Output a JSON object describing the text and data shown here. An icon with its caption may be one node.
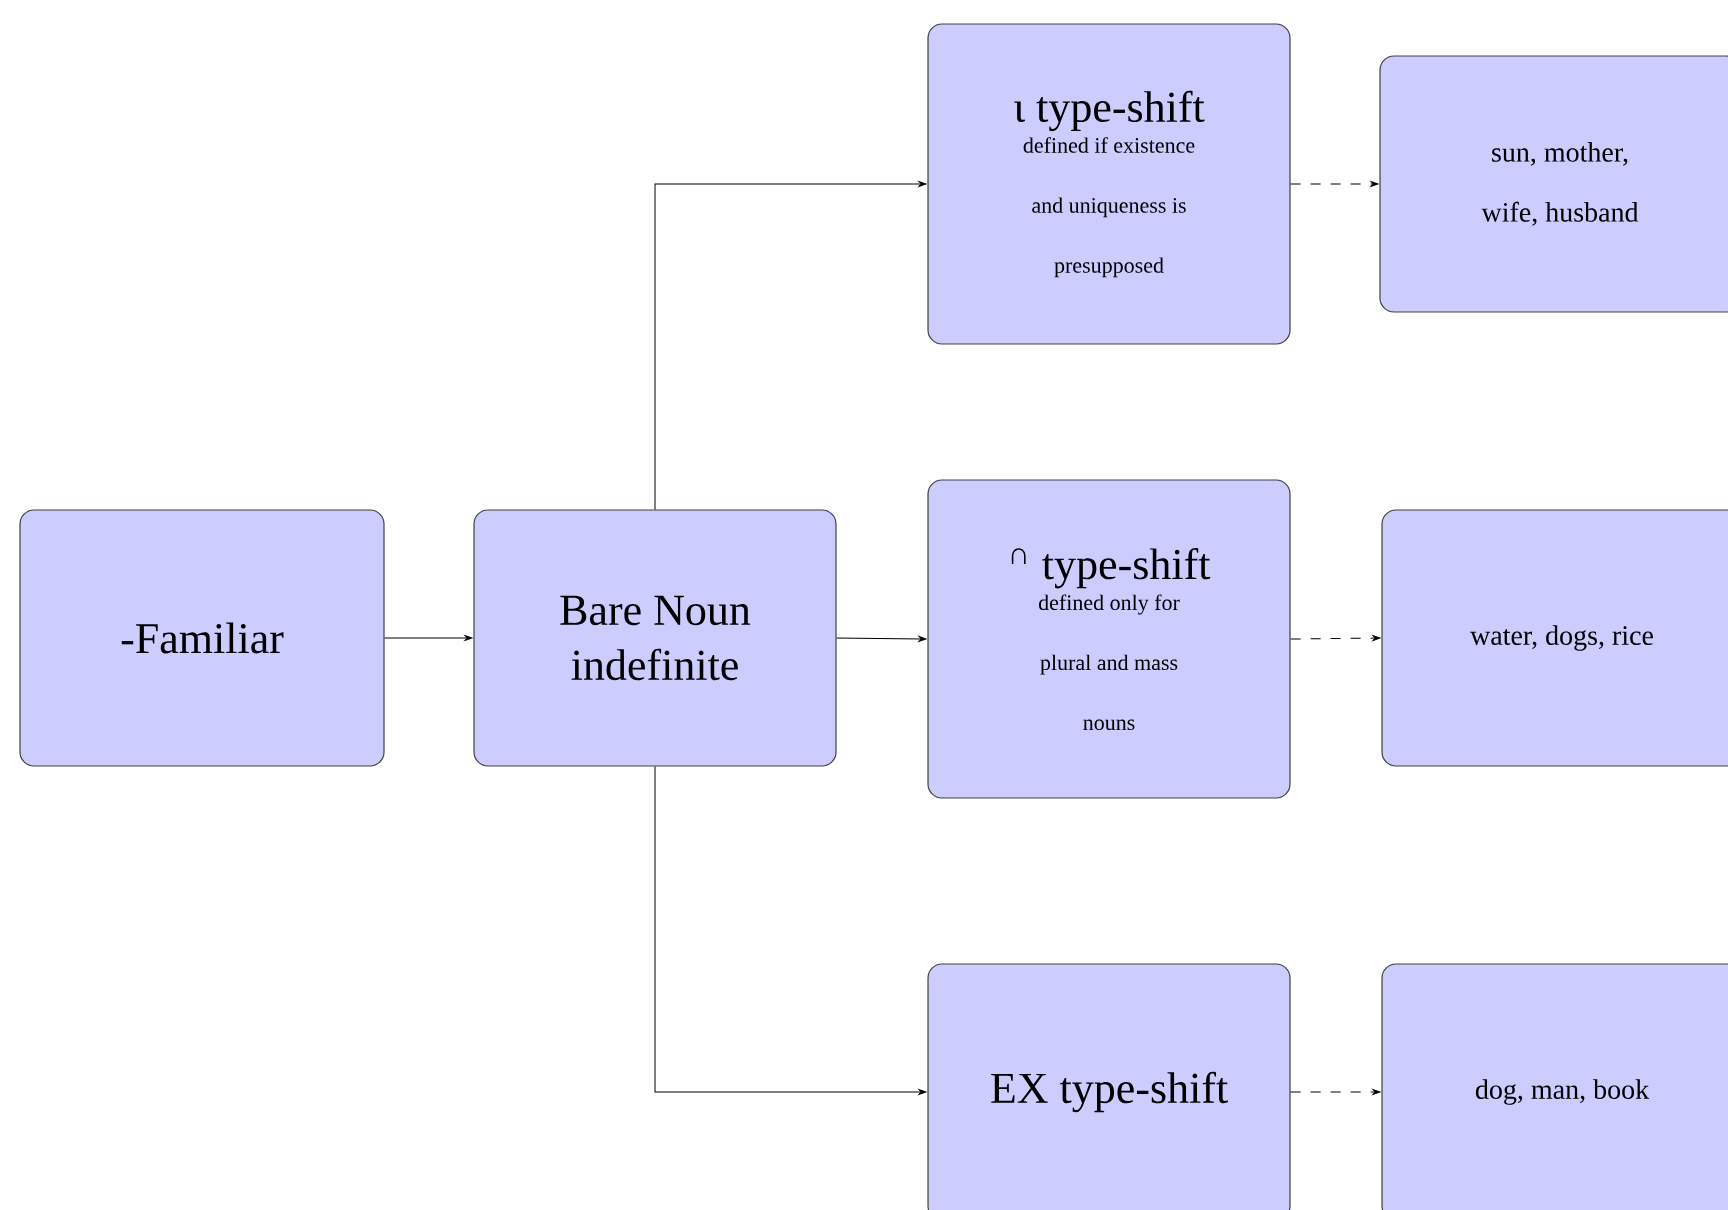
{
  "diagram": {
    "nodes": [
      {
        "text": [
          "-Familiar"
        ]
      },
      {
        "text": [
          "Bare Noun indefinite"
        ]
      },
      {
        "text": [
          "ι type-shift",
          "defined if existence and uniqueness is presupposed"
        ]
      },
      {
        "text": [
          "sun, mother, wife, husband"
        ]
      },
      {
        "text": [
          "$^{∩}$ type-shift",
          "defined only for plural and mass nouns"
        ]
      },
      {
        "text": [
          "water, dogs, rice"
        ]
      },
      {
        "text": [
          "EX type-shift"
        ]
      },
      {
        "text": [
          "dog, man, book"
        ]
      }
    ],
    "edges": [
      {
        "from": 0,
        "to": 1,
        "arrow": "to"
      },
      {
        "from": 1,
        "to": 2,
        "arrow": "to"
      },
      {
        "from": 1,
        "to": 4,
        "arrow": "to"
      },
      {
        "from": 1,
        "to": 6,
        "arrow": "to"
      },
      {
        "from": 2,
        "to": 3,
        "arrow": "to",
        "style": "dashed"
      },
      {
        "from": 4,
        "to": 5,
        "arrow": "to",
        "style": "dashed"
      },
      {
        "from": 6,
        "to": 7,
        "arrow": "to",
        "style": "dashed"
      }
    ]
  }
}
